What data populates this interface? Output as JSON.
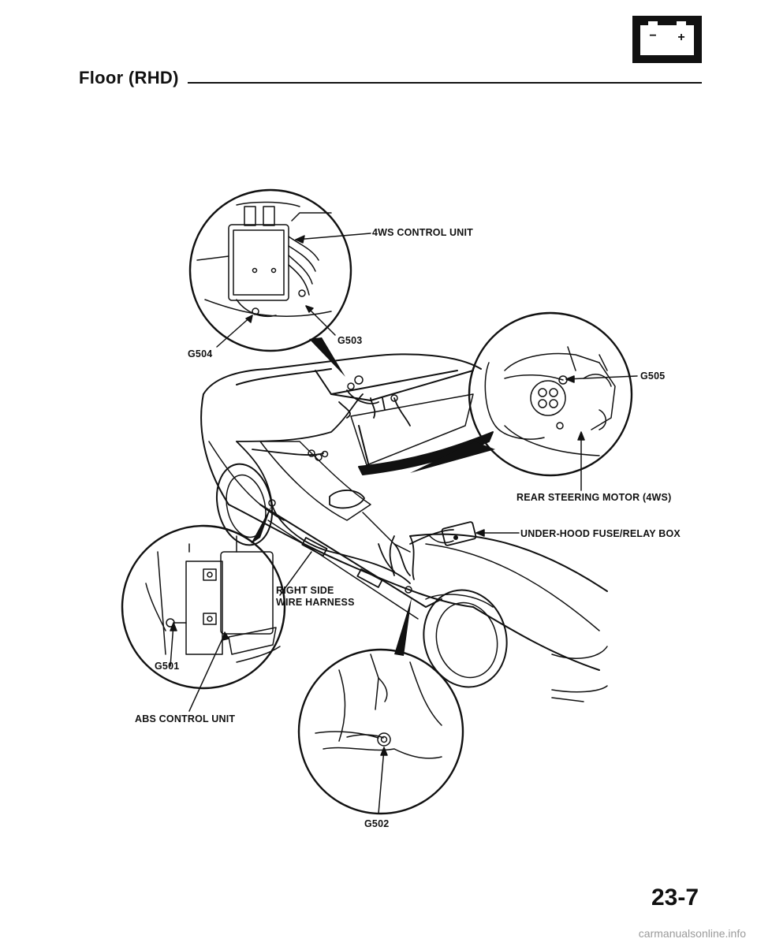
{
  "header": {
    "title": "Floor (RHD)",
    "battery_icon": "battery-icon",
    "battery_minus": "−",
    "battery_plus": "+"
  },
  "labels": {
    "control_4ws": "4WS CONTROL UNIT",
    "g503": "G503",
    "g504": "G504",
    "g505": "G505",
    "rear_steering_motor": "REAR STEERING MOTOR (4WS)",
    "fuse_box": "UNDER-HOOD FUSE/RELAY BOX",
    "harness_line1": "RIGHT SIDE",
    "harness_line2": "WIRE HARNESS",
    "g501": "G501",
    "abs_control": "ABS CONTROL UNIT",
    "g502": "G502"
  },
  "page_number": "23-7",
  "footer": "carmanualsonline.info"
}
